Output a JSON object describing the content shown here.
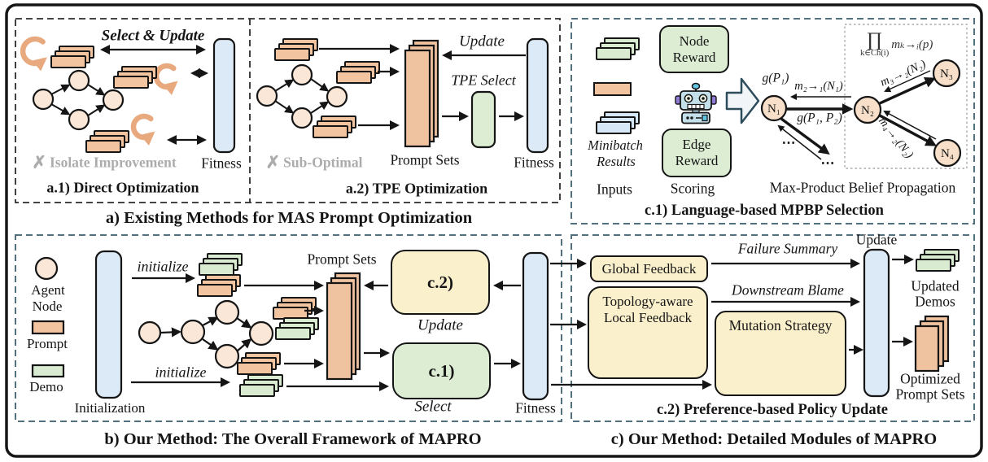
{
  "section_a": {
    "title": "a) Existing Methods for MAS Prompt Optimization",
    "a1": {
      "title": "a.1) Direct Optimization",
      "select_update_label": "Select & Update",
      "fitness_label": "Fitness",
      "x_mark": "✗",
      "warning": "Isolate Improvement"
    },
    "a2": {
      "title": "a.2) TPE Optimization",
      "update_label": "Update",
      "tpe_select_label": "TPE Select",
      "prompt_sets_label": "Prompt Sets",
      "fitness_label": "Fitness",
      "x_mark": "✗",
      "warning": "Sub-Optimal"
    }
  },
  "section_b": {
    "title": "b) Our Method: The Overall Framework of MAPRO",
    "legend": {
      "agent_line1": "Agent",
      "agent_line2": "Node",
      "prompt": "Prompt",
      "demo": "Demo"
    },
    "initialization_label": "Initialization",
    "initialize_top": "initialize",
    "initialize_bottom": "initialize",
    "prompt_sets_label": "Prompt Sets",
    "c2_ref": "c.2)",
    "c2_caption": "Update",
    "c1_ref": "c.1)",
    "c1_caption": "Select",
    "fitness_label": "Fitness"
  },
  "section_c1": {
    "title": "c.1) Language-based MPBP Selection",
    "inputs_label": "Inputs",
    "minibatch_line1": "Minibatch",
    "minibatch_line2": "Results",
    "node_reward_line1": "Node",
    "node_reward_line2": "Reward",
    "edge_reward_line1": "Edge",
    "edge_reward_line2": "Reward",
    "scoring_label": "Scoring",
    "caption": "Max-Product Belief Propagation",
    "formula_prod": "∏",
    "formula_sub": "k∈Ch(i)",
    "formula_term": "mₖ→ᵢ(p)",
    "node1": "N₁",
    "node2": "N₂",
    "node3": "N₃",
    "node4": "N₄",
    "g_p1": "g(P₁)",
    "m_2_1": "m₂→₁(N₁)",
    "g_p1_p2": "g(P₁, P₂)",
    "m_3_2": "m₃→₂(N₂)",
    "m_4_2": "m₄→₂(N₂)",
    "dots_left": "⋯",
    "dots_bottom": "⋯"
  },
  "section_c2": {
    "title": "c.2) Preference-based Policy Update",
    "global_feedback": "Global Feedback",
    "topo_line1": "Topology-aware",
    "topo_line2": "Local Feedback",
    "failure_summary": "Failure Summary",
    "downstream_blame": "Downstream Blame",
    "mutation_strategy": "Mutation Strategy",
    "update_bar_label": "Update",
    "updated_line1": "Updated",
    "updated_line2": "Demos",
    "optimized_line1": "Optimized",
    "optimized_line2": "Prompt Sets"
  },
  "section_c_title": "c) Our Method: Detailed Modules of MAPRO",
  "colors": {
    "prompt_orange": "#F2C4A0",
    "prompt_sets_orange": "#EFC2A0",
    "demo_green": "#D9ECD2",
    "agent_peach": "#FAE7D8",
    "fitness_blue": "#DCE9F6",
    "module_yellow": "#FBF0CC",
    "module_green": "#DDEDD4",
    "dash_slate": "#53707F"
  }
}
